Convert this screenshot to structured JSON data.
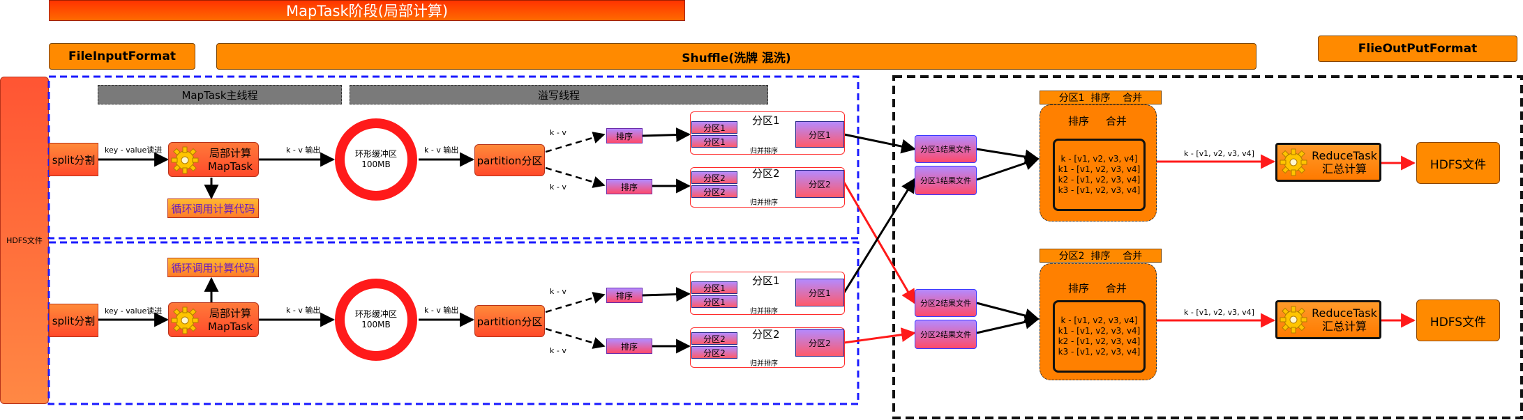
{
  "title": "MapTask阶段(局部计算)",
  "headers": {
    "input_format": "FileInputFormat",
    "shuffle": "Shuffle(洗牌  混洗)",
    "output_format": "FlieOutPutFormat"
  },
  "side": {
    "hdfs_left": "HDFS文件"
  },
  "phases": {
    "main_thread": "MapTask主线程",
    "spill_thread": "溢写线程"
  },
  "map_labels": {
    "split": "split分割",
    "kv_read": "key - value读进",
    "maptask": "局部计算\nMapTask",
    "kv_out": "k - v 输出",
    "loop_code": "循环调用计算代码",
    "ring_buffer": "环形缓冲区\n100MB",
    "partition": "partition分区",
    "kv": "k - v",
    "sort": "排序"
  },
  "partitions": {
    "p1": "分区1",
    "p2": "分区2",
    "merge_sort": "归并排序"
  },
  "results": {
    "r1": "分区1结果文件",
    "r2": "分区2结果文件"
  },
  "reduce": {
    "header1": "分区1  排序    合并",
    "header2": "分区2  排序    合并",
    "sort_merge": "排序     合并",
    "kv_lines": [
      "k - [v1, v2, v3, v4]",
      "k1 - [v1, v2, v3, v4]",
      "k2 - [v1, v2, v3, v4]",
      "k3 - [v1, v2, v3, v4]"
    ],
    "kv_arrow": "k - [v1, v2, v3, v4]",
    "reducetask": "ReduceTask\n汇总计算",
    "hdfs_out": "HDFS文件"
  },
  "colors": {
    "orange": "#ff8000",
    "red": "#ff2a2a",
    "blue_dash": "#1a1aff",
    "purple_text": "#6a1fbf"
  }
}
